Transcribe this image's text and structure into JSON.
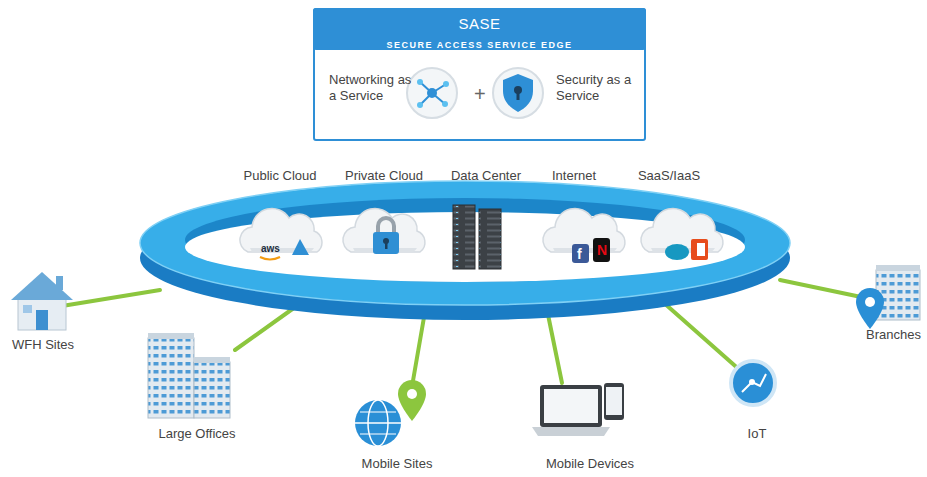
{
  "diagram": {
    "nodes": [
      {
        "text": [
          "SASE",
          "SECURE ACCESS SERVICE EDGE"
        ]
      },
      {
        "text": [
          "Networking as a Service"
        ],
        "in": 0
      },
      {
        "text": [
          "Security as a Service"
        ],
        "in": 0
      },
      {
        "text": [
          "Public Cloud"
        ]
      },
      {
        "text": [
          "Private Cloud"
        ]
      },
      {
        "text": [
          "Data Center"
        ]
      },
      {
        "text": [
          "Internet"
        ]
      },
      {
        "text": [
          "SaaS/IaaS"
        ]
      },
      {
        "text": [
          "WFH Sites"
        ]
      },
      {
        "text": [
          "Large Offices"
        ]
      },
      {
        "text": [
          "Mobile Sites"
        ]
      },
      {
        "text": [
          "Mobile Devices"
        ]
      },
      {
        "text": [
          "IoT"
        ]
      },
      {
        "text": [
          "Branches"
        ]
      }
    ],
    "labels": [
      "+",
      "aws",
      "f",
      "N"
    ]
  }
}
